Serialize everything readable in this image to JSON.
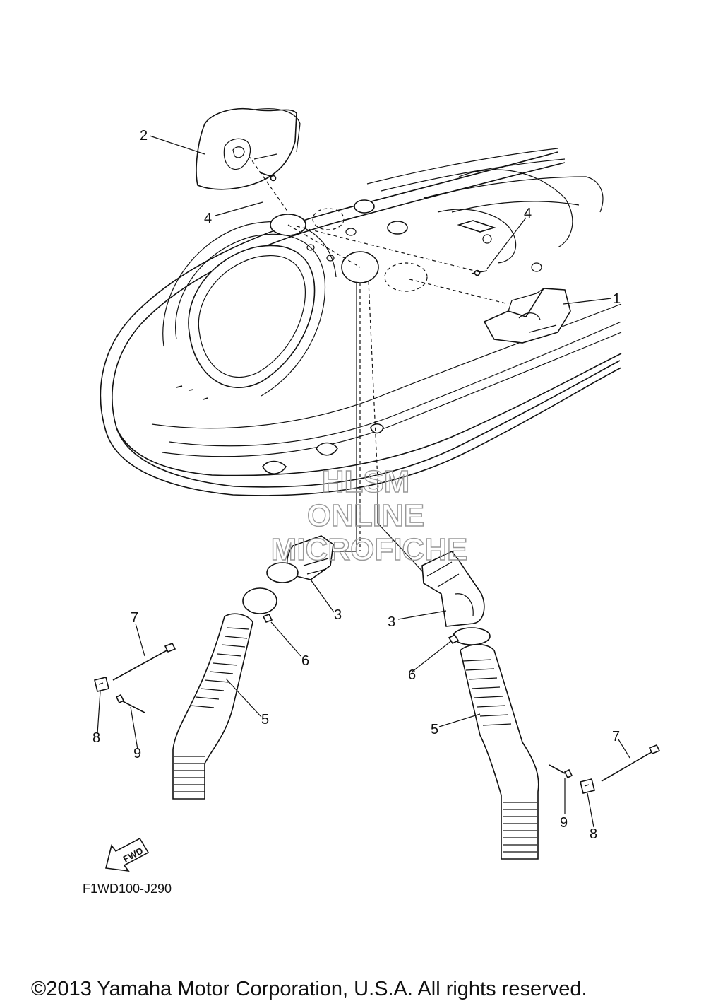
{
  "callouts": {
    "c1": "1",
    "c2": "2",
    "c3a": "3",
    "c3b": "3",
    "c4a": "4",
    "c4b": "4",
    "c5a": "5",
    "c5b": "5",
    "c6a": "6",
    "c6b": "6",
    "c7a": "7",
    "c7b": "7",
    "c8a": "8",
    "c8b": "8",
    "c9a": "9",
    "c9b": "9"
  },
  "watermark": {
    "line1": "HLSM",
    "line2": "ONLINE",
    "line3": "MICROFICHE"
  },
  "fwd_label": "FWD",
  "figure_code": "F1WD100-J290",
  "copyright": "©2013 Yamaha Motor Corporation, U.S.A. All rights reserved."
}
